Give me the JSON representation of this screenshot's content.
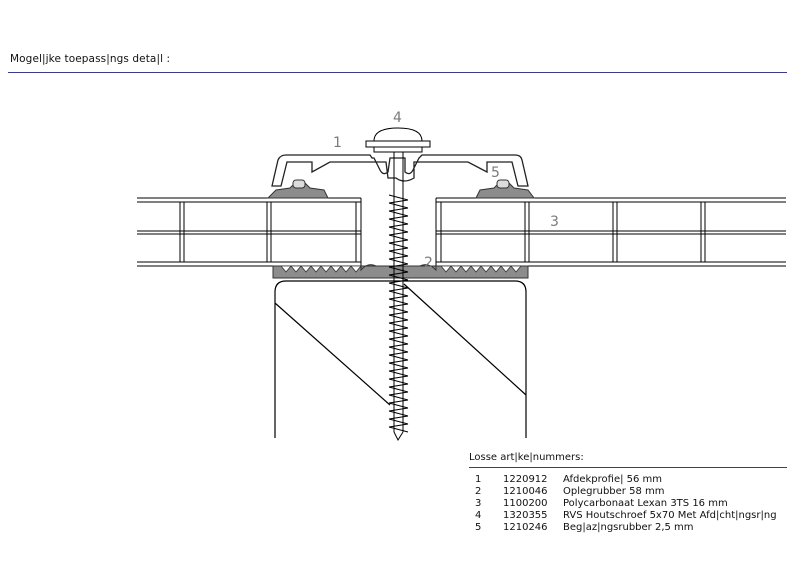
{
  "title": "Mogel|jke toepass|ngs deta|l :",
  "callouts": [
    "1",
    "2",
    "3",
    "4",
    "5"
  ],
  "parts": {
    "heading": "Losse art|ke|nummers:",
    "items": [
      {
        "num": "1",
        "code": "1220912",
        "desc": "Afdekprofie| 56 mm"
      },
      {
        "num": "2",
        "code": "1210046",
        "desc": "Oplegrubber 58 mm"
      },
      {
        "num": "3",
        "code": "1100200",
        "desc": "Polycarbonaat Lexan 3TS 16 mm"
      },
      {
        "num": "4",
        "code": "1320355",
        "desc": "RVS Houtschroef 5x70 Met Afd|cht|ngsr|ng"
      },
      {
        "num": "5",
        "code": "1210246",
        "desc": "Beg|az|ngsrubber 2,5 mm"
      }
    ]
  }
}
